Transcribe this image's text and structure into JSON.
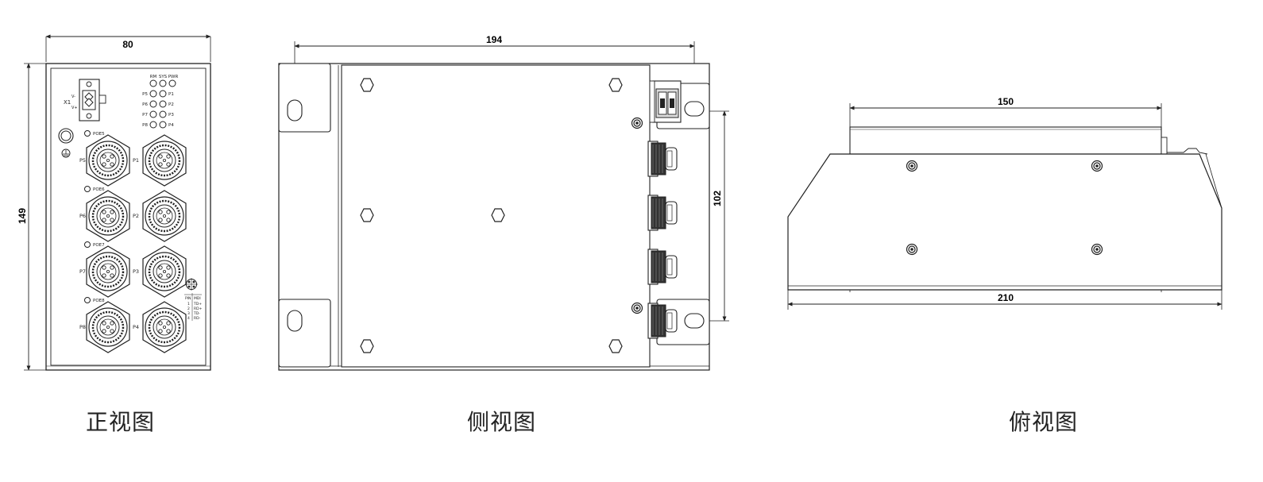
{
  "front_view": {
    "dim_width": "80",
    "dim_height": "149",
    "led_header": [
      "RM",
      "SYS",
      "PWR"
    ],
    "led_rows": [
      {
        "left": "P5",
        "right": "P1"
      },
      {
        "left": "P6",
        "right": "P2"
      },
      {
        "left": "P7",
        "right": "P3"
      },
      {
        "left": "P8",
        "right": "P4"
      }
    ],
    "power_terminal": {
      "label": "X1",
      "minus": "V-",
      "plus": "V+"
    },
    "ports": [
      {
        "poe": "POE5",
        "left": "P5",
        "right": "P1"
      },
      {
        "poe": "POE6",
        "left": "P6",
        "right": "P2"
      },
      {
        "poe": "POE7",
        "left": "P7",
        "right": "P3"
      },
      {
        "poe": "POE8",
        "left": "P8",
        "right": "P4"
      }
    ],
    "pin_table": {
      "header": [
        "PIN",
        "MDI"
      ],
      "rows": [
        [
          "1",
          "TD+"
        ],
        [
          "2",
          "RD+"
        ],
        [
          "3",
          "TD-"
        ],
        [
          "4",
          "RD-"
        ]
      ]
    }
  },
  "side_view": {
    "dim_width": "194",
    "dim_height": "102"
  },
  "top_view": {
    "dim_top": "150",
    "dim_bottom": "210"
  },
  "captions": {
    "front": "正视图",
    "side": "侧视图",
    "top": "俯视图"
  }
}
